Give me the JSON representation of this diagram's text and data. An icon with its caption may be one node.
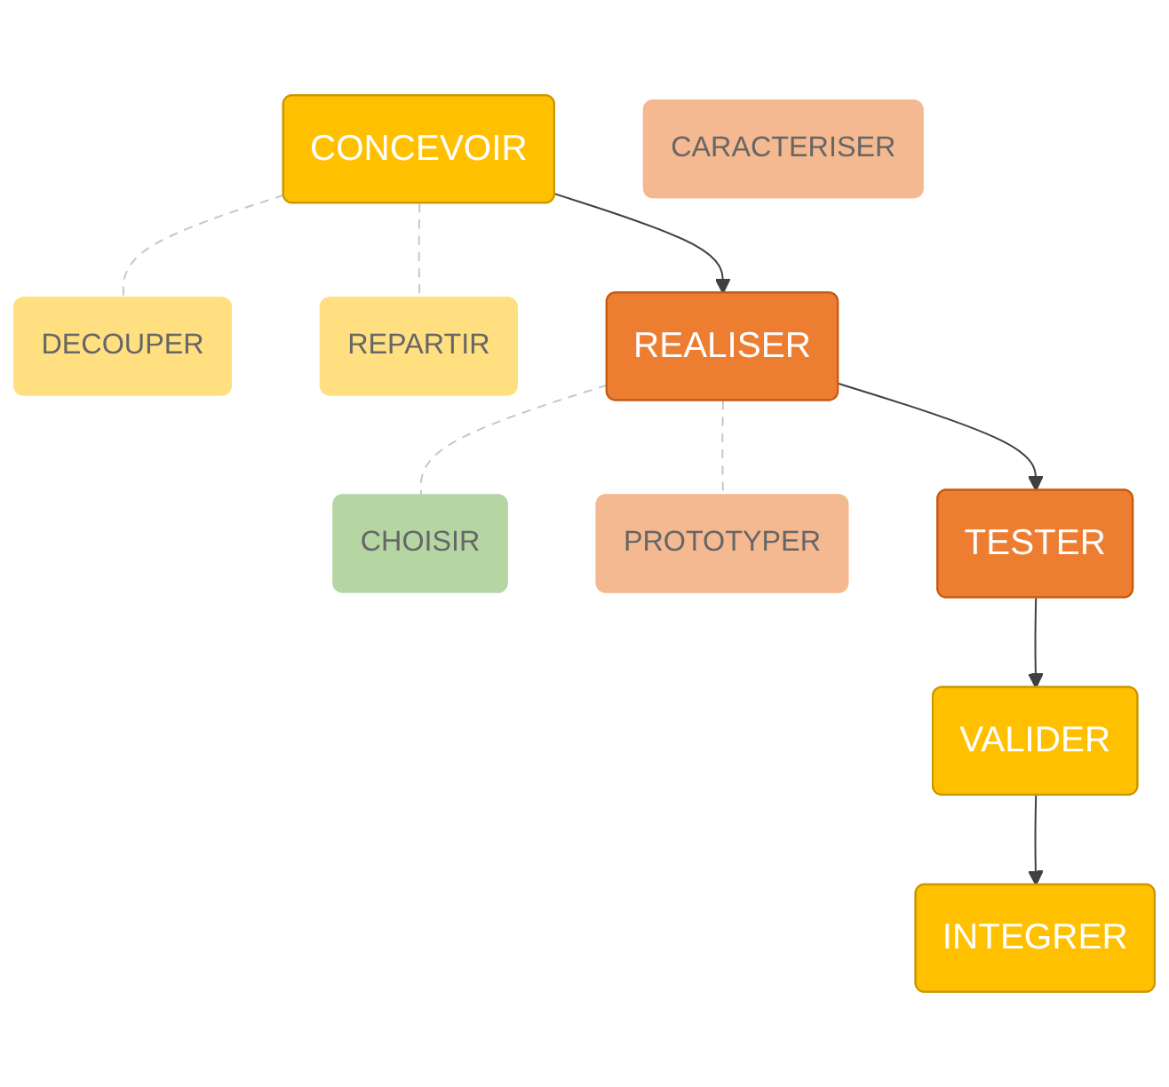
{
  "diagram": {
    "nodes": [
      {
        "text": [
          "CONCEVOIR"
        ]
      },
      {
        "text": [
          "DECOUPER"
        ]
      },
      {
        "text": [
          "REPARTIR"
        ]
      },
      {
        "text": [
          "REALISER"
        ]
      },
      {
        "text": [
          "CHOISIR"
        ]
      },
      {
        "text": [
          "PROTOTYPER"
        ]
      },
      {
        "text": [
          "TESTER"
        ]
      },
      {
        "text": [
          "CARACTERISER"
        ]
      },
      {
        "text": [
          "VALIDER"
        ]
      },
      {
        "text": [
          "INTEGRER"
        ]
      }
    ],
    "edges": [
      {
        "from": 0,
        "to": 3,
        "arrow": "to"
      },
      {
        "from": 3,
        "to": 6,
        "arrow": "to"
      },
      {
        "from": 6,
        "to": 8,
        "arrow": "to"
      },
      {
        "from": 8,
        "to": 9,
        "arrow": "to"
      },
      {
        "from": 0,
        "to": 1,
        "arrow": "none",
        "style": "dashed",
        "color": "#c8c8c8"
      },
      {
        "from": 0,
        "to": 2,
        "arrow": "none",
        "style": "dashed",
        "color": "#c8c8c8"
      },
      {
        "from": 3,
        "to": 4,
        "arrow": "none",
        "style": "dashed",
        "color": "#c8c8c8"
      },
      {
        "from": 3,
        "to": 5,
        "arrow": "none",
        "style": "dashed",
        "color": "#c8c8c8"
      }
    ]
  }
}
